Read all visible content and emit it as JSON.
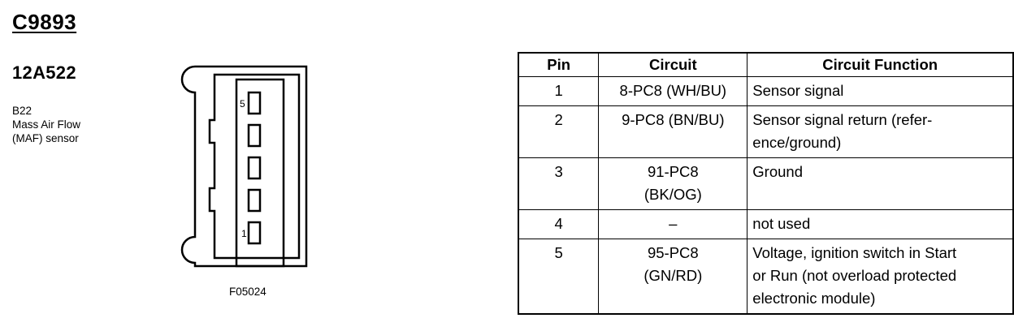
{
  "connector": {
    "id": "C9893",
    "part_number": "12A522",
    "component_lines": [
      "B22",
      "Mass Air Flow",
      "(MAF) sensor"
    ],
    "figure_code": "F05024",
    "pin_labels": {
      "top": "5",
      "bottom": "1"
    }
  },
  "table": {
    "headers": {
      "pin": "Pin",
      "circuit": "Circuit",
      "function": "Circuit Function"
    },
    "rows": [
      {
        "pin": "1",
        "circuit": [
          "8-PC8 (WH/BU)"
        ],
        "function": [
          "Sensor signal"
        ]
      },
      {
        "pin": "2",
        "circuit": [
          "9-PC8 (BN/BU)"
        ],
        "function": [
          "Sensor signal return (refer-",
          "ence/ground)"
        ]
      },
      {
        "pin": "3",
        "circuit": [
          "91-PC8",
          "(BK/OG)"
        ],
        "function": [
          "Ground"
        ]
      },
      {
        "pin": "4",
        "circuit": [
          "–"
        ],
        "function": [
          "not used"
        ]
      },
      {
        "pin": "5",
        "circuit": [
          "95-PC8",
          "(GN/RD)"
        ],
        "function": [
          "Voltage, ignition switch in Start",
          "or Run (not overload protected",
          "electronic module)"
        ]
      }
    ]
  }
}
